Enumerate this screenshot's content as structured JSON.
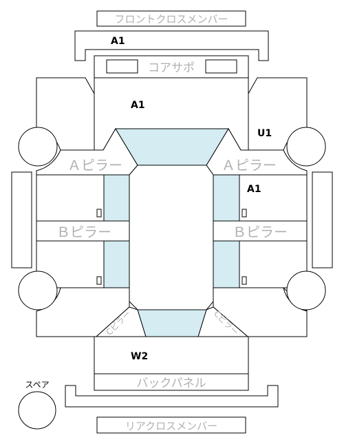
{
  "labels": {
    "front_cross_member": "フロントクロスメンバー",
    "core_support": "コアサポ",
    "a_pillar_left": "Ａピラー",
    "a_pillar_right": "Ａピラー",
    "b_pillar_left": "Ｂピラー",
    "b_pillar_right": "Ｂピラー",
    "c_pillar_left": "Cピラー",
    "c_pillar_right": "Cピラー",
    "back_panel": "バックパネル",
    "rear_cross_member": "リアクロスメンバー",
    "spare": "スペア"
  },
  "damage_codes": {
    "front_cross_member": "A1",
    "hood": "A1",
    "right_fender": "U1",
    "right_front_door": "A1",
    "trunk": "W2"
  },
  "colors": {
    "glass": "#d4ecf2",
    "outline": "#000000",
    "part_label": "#b0b0b0"
  }
}
